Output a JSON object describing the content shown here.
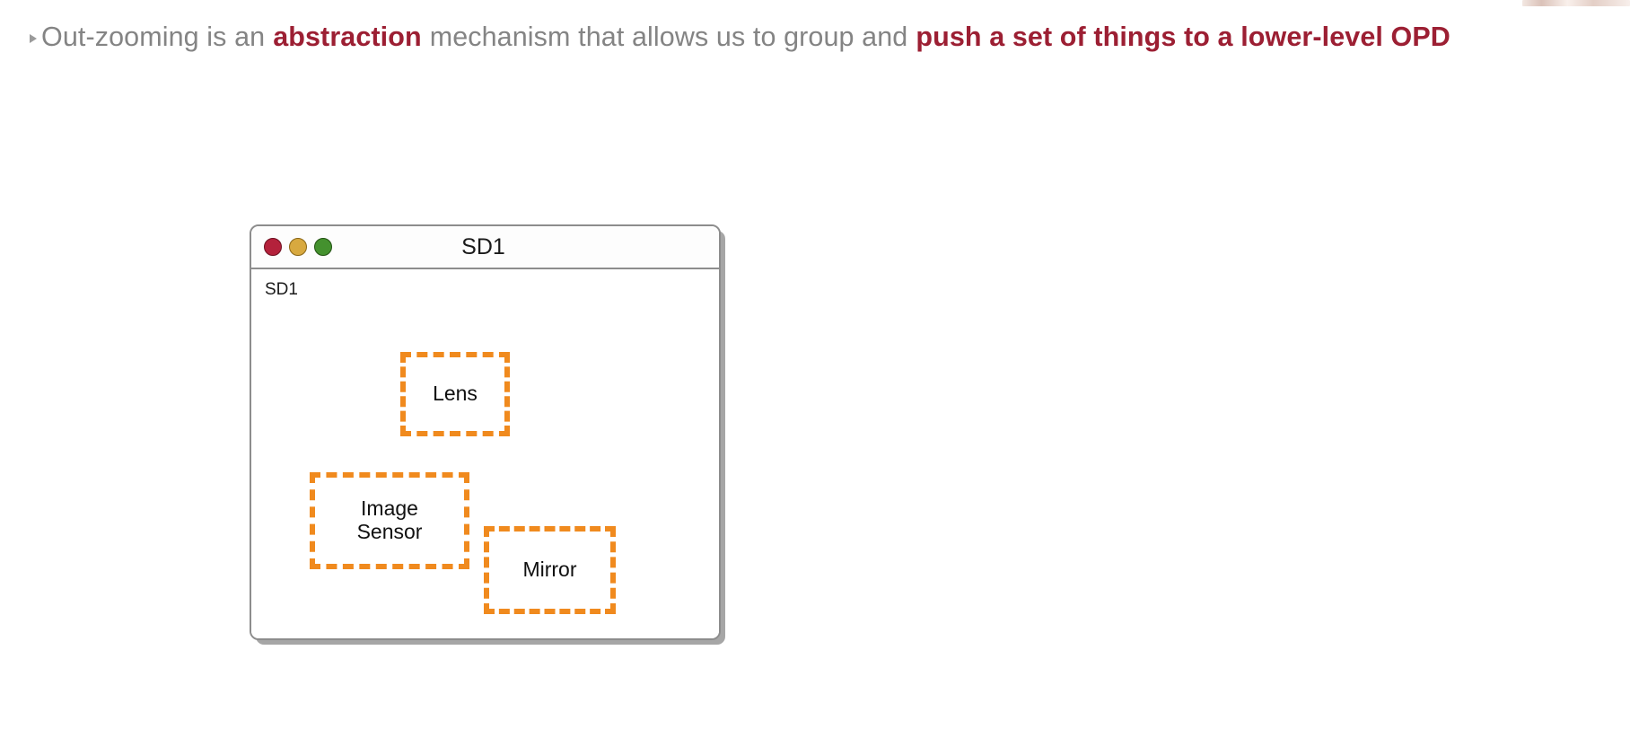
{
  "slide": {
    "bullet": {
      "marker_icon": "triangle-bullet-icon",
      "segments": [
        {
          "text": "Out-zooming is an",
          "emphasis": false
        },
        {
          "text": "abstraction",
          "emphasis": true
        },
        {
          "text": "mechanism that allows us to group and",
          "emphasis": false
        },
        {
          "text": "push a set of things to a lower-level OPD",
          "emphasis": true
        }
      ],
      "full_text": "Out-zooming is an abstraction mechanism that allows us to group and push a set of things to a lower-level OPD"
    },
    "colors": {
      "body_text": "#848484",
      "emphasis_text": "#9c1f33",
      "object_border": "#f08a1e",
      "object_shadow": "#a0a0a0",
      "window_border": "#8d8d8d",
      "background": "#ffffff"
    }
  },
  "window": {
    "title": "SD1",
    "controls": [
      {
        "name": "close",
        "icon": "close-traffic-light-icon",
        "color": "#b4213b"
      },
      {
        "name": "minimize",
        "icon": "minimize-traffic-light-icon",
        "color": "#d8a93f"
      },
      {
        "name": "maximize",
        "icon": "maximize-traffic-light-icon",
        "color": "#44912e"
      }
    ],
    "canvas": {
      "label": "SD1",
      "objects": [
        {
          "id": "lens",
          "label": "Lens"
        },
        {
          "id": "image-sensor",
          "label": "Image\nSensor",
          "line1": "Image",
          "line2": "Sensor"
        },
        {
          "id": "mirror",
          "label": "Mirror"
        }
      ]
    }
  }
}
